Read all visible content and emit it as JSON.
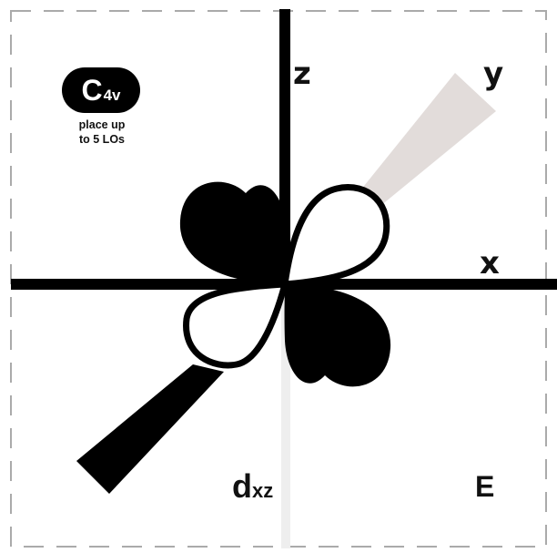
{
  "axes": {
    "x_label": "x",
    "y_label": "y",
    "z_label": "z"
  },
  "point_group_badge": {
    "main": "C",
    "subscript": "4v"
  },
  "instruction": {
    "line1": "place up",
    "line2": "to 5 LOs"
  },
  "orbital": {
    "main": "d",
    "subscript": "xz"
  },
  "irrep": "E",
  "colors": {
    "background": "#ffffff",
    "ink": "#000000",
    "y_axis_shade": "#e2dcda",
    "guide_line": "#eeeeee",
    "dashed_border": "#aaaaaa"
  }
}
